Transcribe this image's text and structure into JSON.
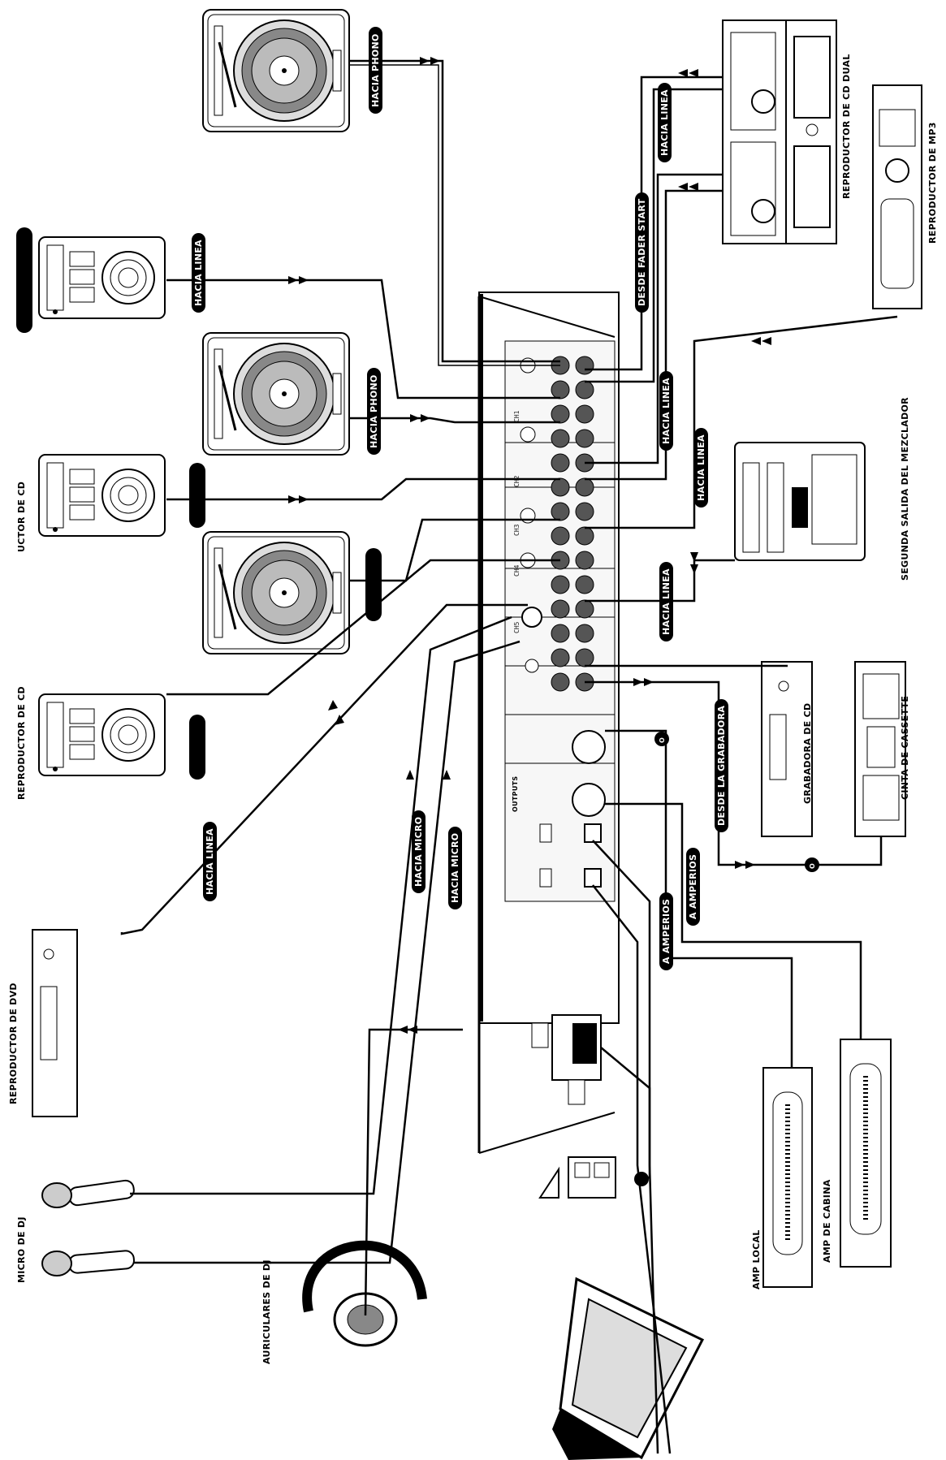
{
  "colors": {
    "ink": "#000000",
    "paper": "#ffffff",
    "panel": "#f2f2f2",
    "grey": "#8a8a8a"
  },
  "labels": {
    "hacia_phono_top": "HACIA PHONO",
    "hacia_phono_mid": "HACIA PHONO",
    "hacia_linea_cd1": "HACIA LINEA",
    "hacia_linea_dual": "HACIA LINEA",
    "desde_fader_start": "DESDE FADER START",
    "hacia_linea_mid1": "HACIA LINEA",
    "hacia_linea_mid2": "HACIA LINEA",
    "hacia_linea_mid3": "HACIA LINEA",
    "hacia_linea_dvd": "HACIA LINEA",
    "hacia_micro_1": "HACIA MICRO",
    "hacia_micro_2": "HACIA MICRO",
    "reproductor_cd_dual": "REPRODUCTOR DE CD DUAL",
    "reproductor_mp3": "REPRODUCTOR DE MP3",
    "segunda_salida": "SEGUNDA SALIDA DEL MEZCLADOR",
    "reproductor_cd_mid": "UCTOR DE CD",
    "reproductor_cd_bottom": "REPRODUCTOR DE CD",
    "reproductor_dvd": "REPRODUCTOR DE DVD",
    "micro_dj": "MICRO DE DJ",
    "auriculares": "AURICULARES DE DJ",
    "desde_grabadora": "DESDE LA GRABADORA",
    "grabadora_cd": "GRABADORA DE CD",
    "cinta_cassette": "CINTA DE CASSETTE",
    "a_amperios_1": "A AMPERIOS",
    "a_amperios_2": "A AMPERIOS",
    "amp_local": "AMP LOCAL",
    "amp_cabina": "AMP DE CABINA",
    "outputs": "OUTPUTS",
    "o_mark_1": "O",
    "o_mark_2": "O"
  },
  "mixer_channels": [
    "CH1",
    "CH2",
    "CH3",
    "CH4",
    "CH5"
  ],
  "icons": {
    "turntable": "turntable-icon",
    "cd_player": "cd-player-icon",
    "dual_cd": "dual-cd-player-icon",
    "mp3": "mp3-player-icon",
    "mixer2": "secondary-mixer-icon",
    "dvd": "dvd-player-icon",
    "mic": "microphone-icon",
    "headphones": "headphones-icon",
    "laptop": "laptop-icon",
    "outlet": "power-outlet-icon",
    "amp": "amplifier-icon",
    "cd_recorder": "cd-recorder-icon",
    "cassette": "cassette-deck-icon"
  }
}
